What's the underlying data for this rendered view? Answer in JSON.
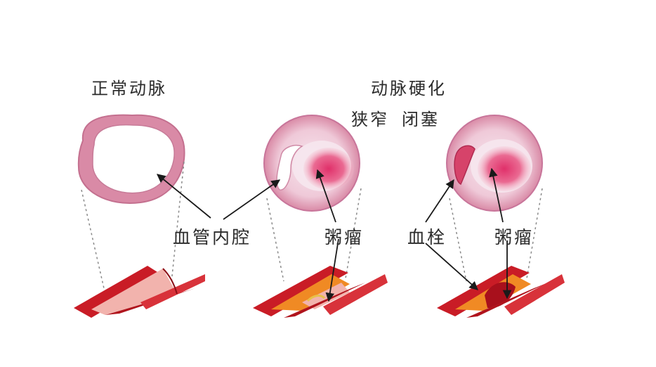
{
  "labels": {
    "normal_artery": "正常动脉",
    "atherosclerosis": "动脉硬化",
    "narrowing": "狭窄",
    "occlusion": "闭塞",
    "vessel_lumen": "血管内腔",
    "atheroma_1": "粥瘤",
    "thrombus": "血栓",
    "atheroma_2": "粥瘤"
  },
  "colors": {
    "background": "#ffffff",
    "vessel_wall": "#d8323a",
    "vessel_wall_dark": "#b0141d",
    "intima_pink": "#f2b3ad",
    "cross_section_ring": "#d98aa6",
    "cross_section_fill": "#f3dfe8",
    "atheroma": "#e04a7a",
    "plaque_orange": "#f08a24",
    "thrombus": "#c21a2a",
    "text": "#2b2b2b",
    "arrow": "#1a1a1a"
  }
}
